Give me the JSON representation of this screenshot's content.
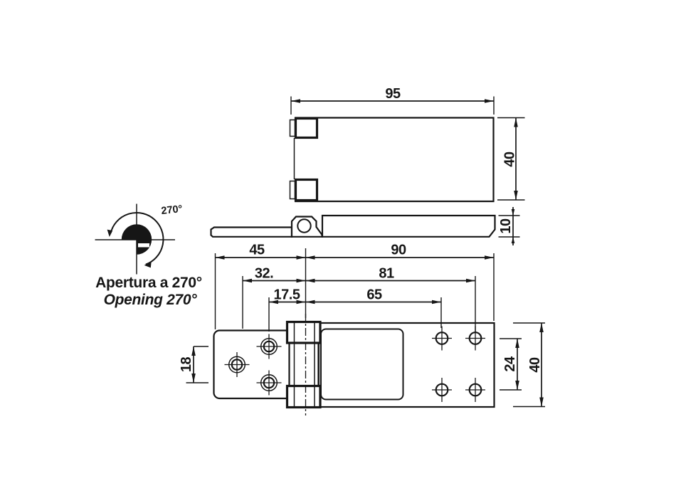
{
  "drawing": {
    "labels": {
      "angle": "270°",
      "apertura": "Apertura a 270°",
      "opening": "Opening 270°"
    },
    "dimensions": {
      "top_width": "95",
      "top_leaf_height": "40",
      "plate_thickness": "10",
      "left_leaf_length": "45",
      "right_leaf_length": "90",
      "offset_32": "32.",
      "span_81": "81",
      "offset_17_5": "17.5",
      "span_65": "65",
      "left_hole_spacing": "18",
      "right_hole_spacing": "24",
      "leaf_width": "40"
    },
    "colors": {
      "ink": "#161616",
      "background": "#ffffff"
    }
  }
}
